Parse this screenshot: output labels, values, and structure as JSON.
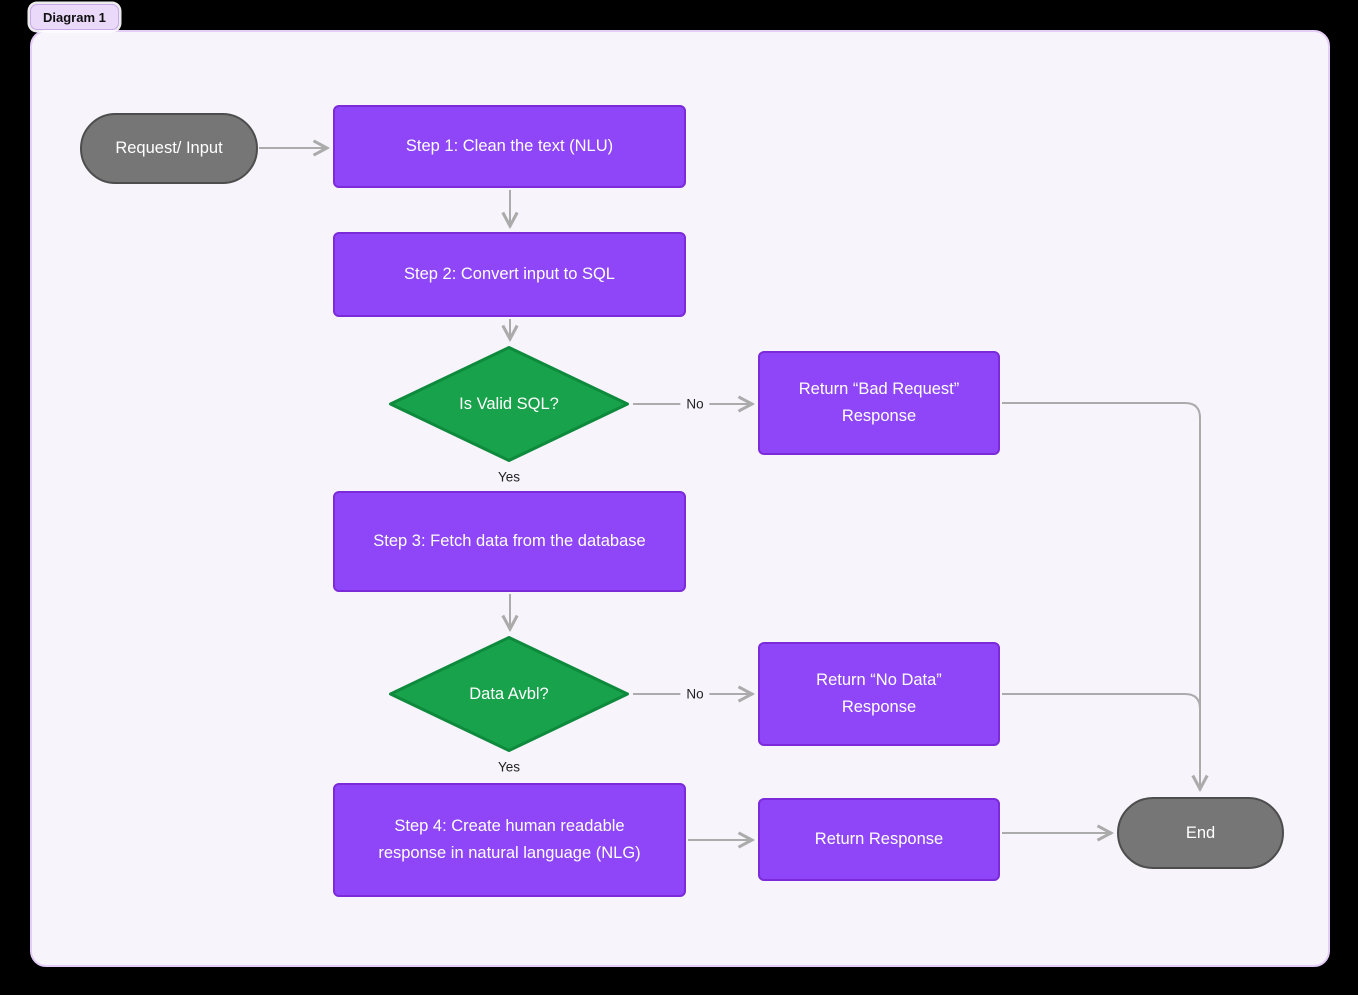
{
  "tab": {
    "label": "Diagram 1"
  },
  "flowchart": {
    "start": {
      "label": "Request/ Input"
    },
    "step1": {
      "label": "Step 1: Clean the text (NLU)"
    },
    "step2": {
      "label": "Step 2: Convert input to SQL"
    },
    "decision1": {
      "label": "Is Valid SQL?",
      "yes_label": "Yes",
      "no_label": "No"
    },
    "bad_request": {
      "label": "Return “Bad Request” Response"
    },
    "step3": {
      "label": "Step 3: Fetch data from the database"
    },
    "decision2": {
      "label": "Data Avbl?",
      "yes_label": "Yes",
      "no_label": "No"
    },
    "no_data": {
      "label": "Return “No Data” Response"
    },
    "step4": {
      "label": "Step 4: Create human readable response in natural language (NLG)"
    },
    "return_response": {
      "label": "Return Response"
    },
    "end": {
      "label": "End"
    }
  },
  "colors": {
    "accent_purple": "#8F45F8",
    "purple_border": "#7B2BD9",
    "green": "#18A24B",
    "green_border": "#0E8A3D",
    "gray": "#767676",
    "gray_border": "#4D4D4D",
    "connector_gray": "#ABABAB",
    "canvas_bg": "#F7F4FB",
    "canvas_border": "#E4CEF7",
    "tab_bg": "#EAD9F9",
    "tab_border": "#C8A9EA",
    "label_text": "#222222",
    "node_text": "#FFFFFF"
  }
}
